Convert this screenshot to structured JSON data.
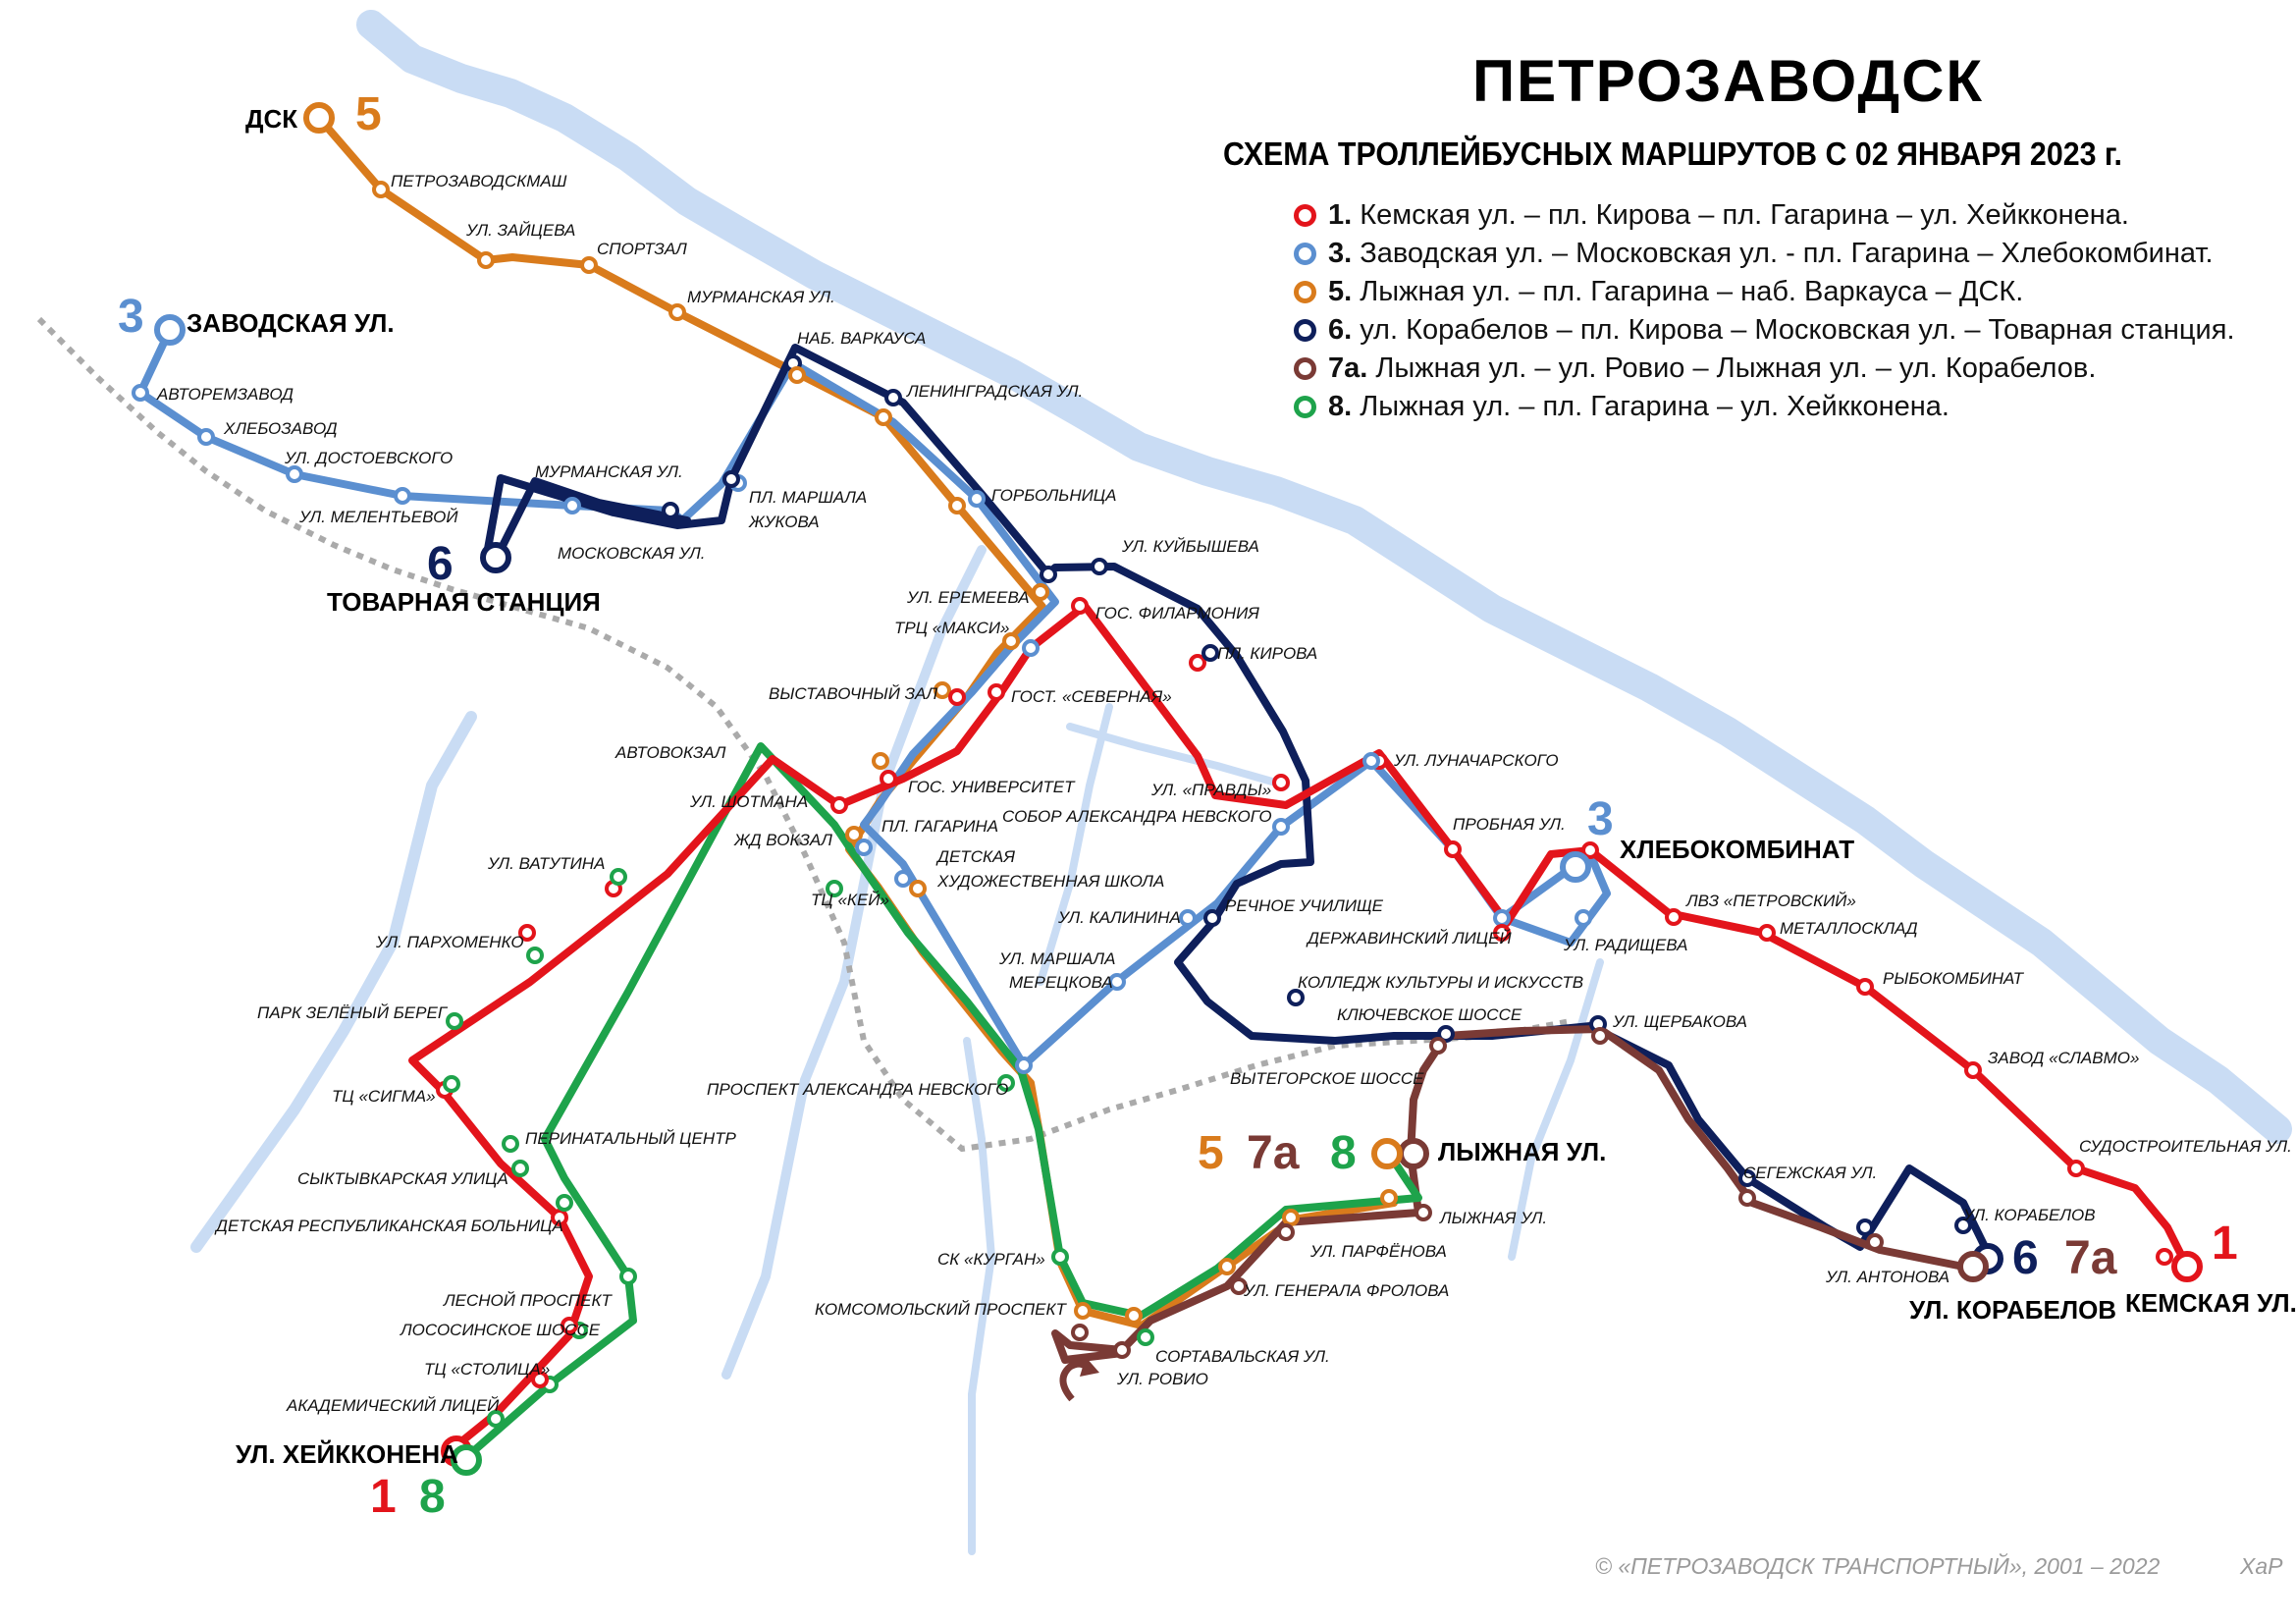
{
  "title": "ПЕТРОЗАВОДСК",
  "subtitle": "СХЕМА ТРОЛЛЕЙБУСНЫХ МАРШРУТОВ С 02 ЯНВАРЯ 2023 г.",
  "colors": {
    "r1": "#e3141b",
    "r3": "#5b8fd0",
    "r5": "#d97b1c",
    "r6": "#0e1f5b",
    "r7a": "#7a3a35",
    "r8": "#1ea34b",
    "water": "#c9dcf4",
    "rail": "#aaaaaa"
  },
  "legend": [
    {
      "num": "1.",
      "text": "Кемская ул. – пл. Кирова – пл. Гагарина – ул. Хейкконена.",
      "color": "#e3141b"
    },
    {
      "num": "3.",
      "text": "Заводская ул. – Московская ул. - пл. Гагарина – Хлебокомбинат.",
      "color": "#5b8fd0"
    },
    {
      "num": "5.",
      "text": "Лыжная ул. – пл. Гагарина – наб. Варкауса – ДСК.",
      "color": "#d97b1c"
    },
    {
      "num": "6.",
      "text": "ул. Корабелов – пл. Кирова – Московская ул. – Товарная станция.",
      "color": "#0e1f5b"
    },
    {
      "num": "7а.",
      "text": "Лыжная ул. – ул. Ровио – Лыжная ул. – ул. Корабелов.",
      "color": "#7a3a35"
    },
    {
      "num": "8.",
      "text": "Лыжная ул. – пл. Гагарина – ул. Хейкконена.",
      "color": "#1ea34b"
    }
  ],
  "terminals": {
    "dsk": "ДСК",
    "zavodskaya": "ЗАВОДСКАЯ УЛ.",
    "tovarnaya": "ТОВАРНАЯ СТАНЦИЯ",
    "hlebokombinat": "ХЛЕБОКОМБИНАТ",
    "lyzhnaya": "ЛЫЖНАЯ УЛ.",
    "korabelov": "УЛ. КОРАБЕЛОВ",
    "kemskaya": "КЕМСКАЯ УЛ.",
    "heikkonena": "УЛ. ХЕЙККОНЕНА"
  },
  "route_numbers": {
    "dsk": "5",
    "zavodskaya": "3",
    "tovarnaya": "6",
    "hlebokombinat": "3",
    "lyzhnaya_5": "5",
    "lyzhnaya_7a": "7а",
    "lyzhnaya_8": "8",
    "korabelov_6": "6",
    "korabelov_7a": "7а",
    "kemskaya": "1",
    "heikkonena_1": "1",
    "heikkonena_8": "8"
  },
  "stops": [
    "ПЕТРОЗАВОДСКМАШ",
    "УЛ. ЗАЙЦЕВА",
    "СПОРТЗАЛ",
    "МУРМАНСКАЯ УЛ.",
    "НАБ. ВАРКАУСА",
    "ЛЕНИНГРАДСКАЯ УЛ.",
    "ГОРБОЛЬНИЦА",
    "АВТОРЕМЗАВОД",
    "ХЛЕБОЗАВОД",
    "УЛ. ДОСТОЕВСКОГО",
    "УЛ. МЕЛЕНТЬЕВОЙ",
    "МУРМАНСКАЯ УЛ.",
    "МОСКОВСКАЯ УЛ.",
    "ПЛ. МАРШАЛА",
    "ЖУКОВА",
    "УЛ. КУЙБЫШЕВА",
    "УЛ. ЕРЕМЕЕВА",
    "ГОС. ФИЛАРМОНИЯ",
    "ТРЦ «МАКСИ»",
    "ПЛ. КИРОВА",
    "ВЫСТАВОЧНЫЙ ЗАЛ",
    "ГОСТ. «СЕВЕРНАЯ»",
    "АВТОВОКЗАЛ",
    "ГОС. УНИВЕРСИТЕТ",
    "УЛ. ЛУНАЧАРСКОГО",
    "УЛ. ШОТМАНА",
    "УЛ. «ПРАВДЫ»",
    "СОБОР АЛЕКСАНДРА НЕВСКОГО",
    "ПЛ. ГАГАРИНА",
    "ЖД ВОКЗАЛ",
    "ПРОБНАЯ УЛ.",
    "ДЕТСКАЯ",
    "ХУДОЖЕСТВЕННАЯ ШКОЛА",
    "УЛ. ВАТУТИНА",
    "ТЦ «КЕЙ»",
    "ЛВЗ «ПЕТРОВСКИЙ»",
    "РЕЧНОЕ УЧИЛИЩЕ",
    "ДЕРЖАВИНСКИЙ ЛИЦЕЙ",
    "МЕТАЛЛОСКЛАД",
    "УЛ. РАДИЩЕВА",
    "УЛ. КАЛИНИНА",
    "УЛ. ПАРХОМЕНКО",
    "УЛ. МАРШАЛА",
    "МЕРЕЦКОВА",
    "РЫБОКОМБИНАТ",
    "КОЛЛЕДЖ КУЛЬТУРЫ И ИСКУССТВ",
    "ПАРК ЗЕЛЁНЫЙ БЕРЕГ",
    "КЛЮЧЕВСКОЕ ШОССЕ",
    "УЛ. ЩЕРБАКОВА",
    "ЗАВОД «СЛАВМО»",
    "ВЫТЕГОРСКОЕ ШОССЕ",
    "ПРОСПЕКТ АЛЕКСАНДРА НЕВСКОГО",
    "ТЦ «СИГМА»",
    "ПЕРИНАТАЛЬНЫЙ ЦЕНТР",
    "СУДОСТРОИТЕЛЬНАЯ УЛ.",
    "СЫКТЫВКАРСКАЯ УЛИЦА",
    "СЕГЕЖСКАЯ УЛ.",
    "ЛЫЖНАЯ УЛ.",
    "ДЕТСКАЯ РЕСПУБЛИКАНСКАЯ БОЛЬНИЦА",
    "УЛ. КОРАБЕЛОВ",
    "УЛ. ПАРФЁНОВА",
    "СК «КУРГАН»",
    "УЛ. АНТОНОВА",
    "УЛ. ГЕНЕРАЛА ФРОЛОВА",
    "ЛЕСНОЙ ПРОСПЕКТ",
    "КОМСОМОЛЬСКИЙ ПРОСПЕКТ",
    "ЛОСОСИНСКОЕ ШОССЕ",
    "СОРТАВАЛЬСКАЯ УЛ.",
    "ТЦ «СТОЛИЦА»",
    "УЛ. РОВИО",
    "АКАДЕМИЧЕСКИЙ ЛИЦЕЙ"
  ],
  "copyright": "© «ПЕТРОЗАВОДСК ТРАНСПОРТНЫЙ», 2001 – 2022",
  "author": "ХаР"
}
